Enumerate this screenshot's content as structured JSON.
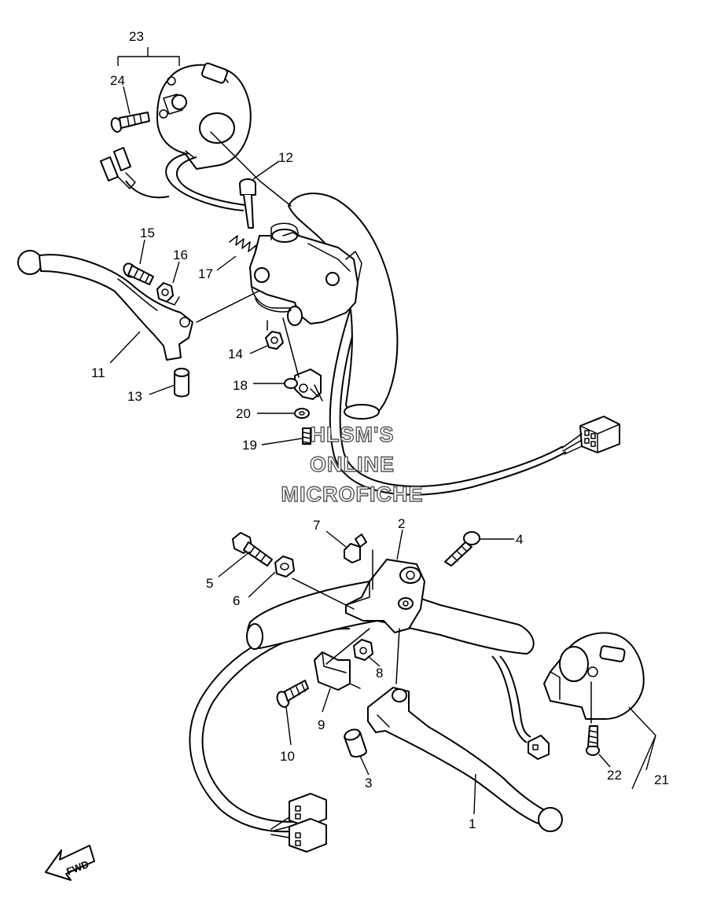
{
  "callouts": {
    "c1": "1",
    "c2": "2",
    "c3": "3",
    "c4": "4",
    "c5": "5",
    "c6": "6",
    "c7": "7",
    "c8": "8",
    "c9": "9",
    "c10": "10",
    "c11": "11",
    "c12": "12",
    "c13": "13",
    "c14": "14",
    "c15": "15",
    "c16": "16",
    "c17": "17",
    "c18": "18",
    "c19": "19",
    "c20": "20",
    "c21": "21",
    "c22": "22",
    "c23": "23",
    "c24": "24"
  },
  "watermark": {
    "line1": "HLSM'S",
    "line2": "ONLINE",
    "line3": "MICROFICHE"
  },
  "direction_badge": "FWD",
  "colors": {
    "ink": "#000000",
    "paper": "#ffffff",
    "watermark_outline": "#555555"
  }
}
